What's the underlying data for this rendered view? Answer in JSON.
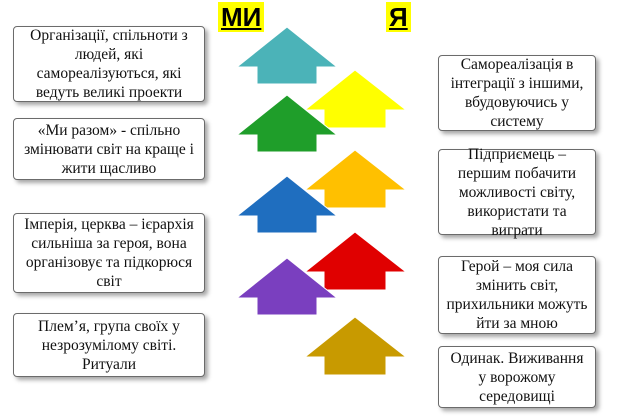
{
  "headers": {
    "we": "МИ",
    "i": "Я"
  },
  "left_boxes": [
    {
      "text": "Організації, спільноти з людей, які самореалізуються, які ведуть великі проекти"
    },
    {
      "text": "«Ми разом» - спільно змінювати світ на краще і жити щасливо"
    },
    {
      "text": "Імперія, церква – ієрархія сильніша за героя, вона організовує та підкорюся світ"
    },
    {
      "text": "Плем’я, група своїх у незрозумілому світі. Ритуали"
    }
  ],
  "right_boxes": [
    {
      "text": "Самореалізація в інтеграції з іншими, вбудовуючись у систему"
    },
    {
      "text": "Підприємець – першим побачити можливості світу, використати та виграти"
    },
    {
      "text": "Герой – моя сила змінить світ, прихильники можуть йти за мною"
    },
    {
      "text": "Одинак. Виживання у ворожому середовищі"
    }
  ],
  "arrow_colors": {
    "teal": "#4bb3b8",
    "yellow": "#ffff00",
    "green": "#1f9e2a",
    "amber": "#ffc000",
    "blue": "#1f6ebf",
    "red": "#e00000",
    "purple": "#7a3fbf",
    "gold": "#c89a00"
  }
}
